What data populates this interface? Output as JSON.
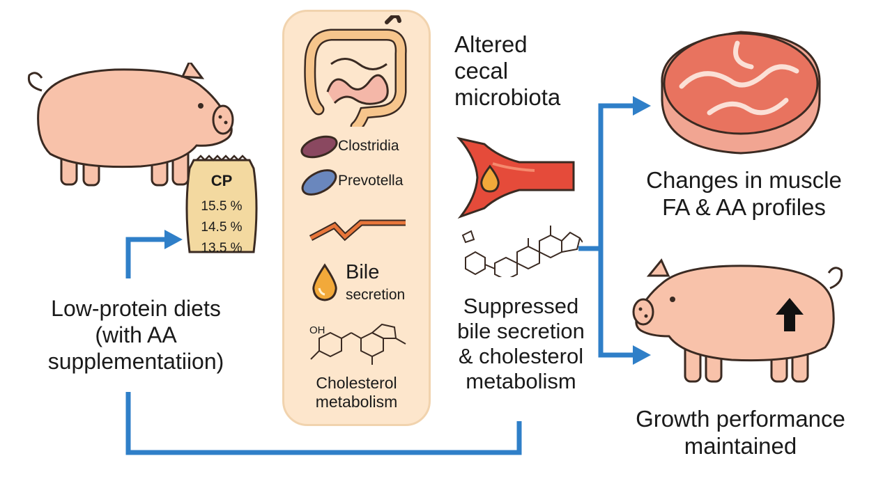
{
  "diet": {
    "label": "Low-protein diets\n(with AA\nsupplementatiion)",
    "bag_title": "CP",
    "cp_levels": [
      "15.5 %",
      "14.5 %",
      "13.5 %"
    ]
  },
  "panel": {
    "bacteria": [
      "Clostridia",
      "Prevotella"
    ],
    "bile_title": "Bile",
    "bile_sub": "secretion",
    "chem_label": "OH",
    "cholesterol": "Cholesterol\nmetabolism"
  },
  "middle": {
    "microbiota": "Altered\ncecal\nmicrobiota",
    "suppressed": "Suppressed\nbile secretion\n& cholesterol\nmetabolism"
  },
  "outcomes": {
    "muscle": "Changes in muscle\nFA & AA profiles",
    "growth": "Growth performance\nmaintained"
  },
  "colors": {
    "arrow": "#2f7fc8",
    "pig": "#f8c2aa",
    "panel": "#fde6cc",
    "bag": "#f3d9a0",
    "clostridia": "#8a4860",
    "prevotella": "#6a87bd",
    "vessel": "#e54b3a",
    "bile_drop": "#f2a93a",
    "meat": "#e8735f"
  },
  "icons": [
    "pig-icon",
    "feed-bag-icon",
    "intestine-icon",
    "bacterium-icon",
    "zigzag-icon",
    "bile-drop-icon",
    "molecule-icon",
    "blood-vessel-icon",
    "steroid-icon",
    "meat-icon",
    "up-arrow-icon"
  ]
}
